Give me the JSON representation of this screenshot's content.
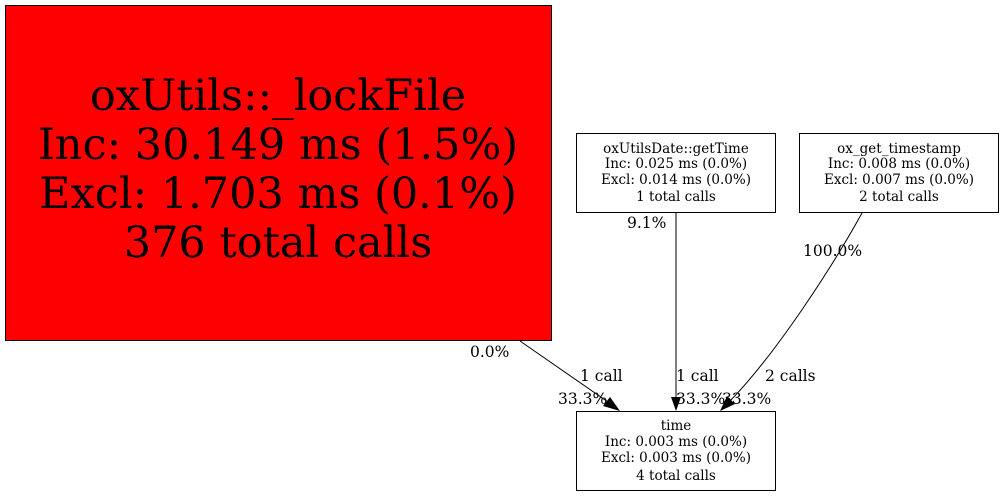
{
  "nodes": {
    "lockfile": {
      "fill": "#ff0000",
      "lines": [
        "oxUtils::_lockFile",
        "Inc: 30.149 ms (1.5%)",
        "Excl: 1.703 ms (0.1%)",
        "376 total calls"
      ]
    },
    "gettime": {
      "fill": "#ffffff",
      "lines": [
        "oxUtilsDate::getTime",
        "Inc: 0.025 ms (0.0%)",
        "Excl: 0.014 ms (0.0%)",
        "1 total calls"
      ]
    },
    "timestamp": {
      "fill": "#ffffff",
      "lines": [
        "ox_get_timestamp",
        "Inc: 0.008 ms (0.0%)",
        "Excl: 0.007 ms (0.0%)",
        "2 total calls"
      ]
    },
    "time": {
      "fill": "#ffffff",
      "lines": [
        "time",
        "Inc: 0.003 ms (0.0%)",
        "Excl: 0.003 ms (0.0%)",
        "4 total calls"
      ]
    }
  },
  "edges": {
    "lockfile_time": {
      "label": "1 call",
      "tail_pct": "0.0%",
      "head_pct": "33.3%"
    },
    "gettime_time": {
      "label": "1 call",
      "tail_pct": "9.1%",
      "head_pct": "33.3%"
    },
    "timestamp_time": {
      "label": "2 calls",
      "tail_pct": "100.0%",
      "head_pct": "33.3%"
    }
  }
}
